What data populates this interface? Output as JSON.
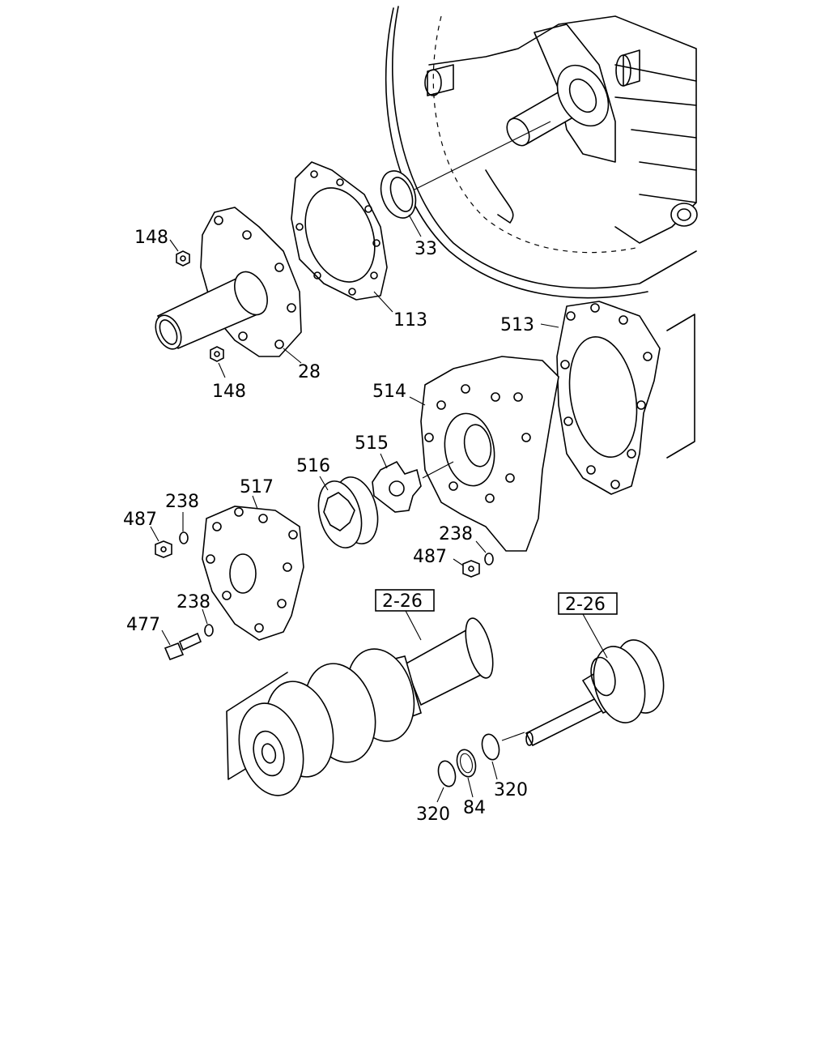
{
  "labels": {
    "l148a": "148",
    "l148b": "148",
    "l33": "33",
    "l113": "113",
    "l28": "28",
    "l513": "513",
    "l514": "514",
    "l515": "515",
    "l516": "516",
    "l517": "517",
    "l238a": "238",
    "l238b": "238",
    "l238c": "238",
    "l487a": "487",
    "l487b": "487",
    "l477": "477",
    "ref1": "2-26",
    "ref2": "2-26",
    "l320a": "320",
    "l320b": "320",
    "l84": "84"
  }
}
